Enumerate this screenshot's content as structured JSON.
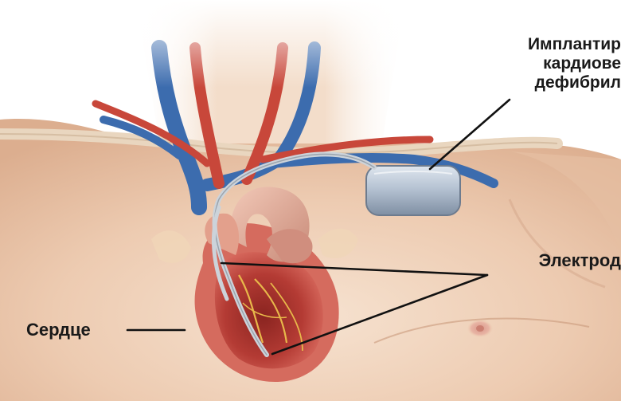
{
  "labels": {
    "device_line1": "Имплантир",
    "device_line2": "кардиове",
    "device_line3": "дефибрил",
    "electrodes": "Электрод",
    "heart": "Сердце"
  },
  "colors": {
    "skin_light": "#f6e3d3",
    "skin_mid": "#edc9ae",
    "skin_shadow": "#d9a98a",
    "artery": "#c8473a",
    "vein": "#3c6cae",
    "heart_muscle": "#c0483f",
    "heart_dark": "#6e1a18",
    "device_fill": "#b5c2d2",
    "lead_wire": "#d8dde2",
    "label_text": "#1a1a1a"
  }
}
